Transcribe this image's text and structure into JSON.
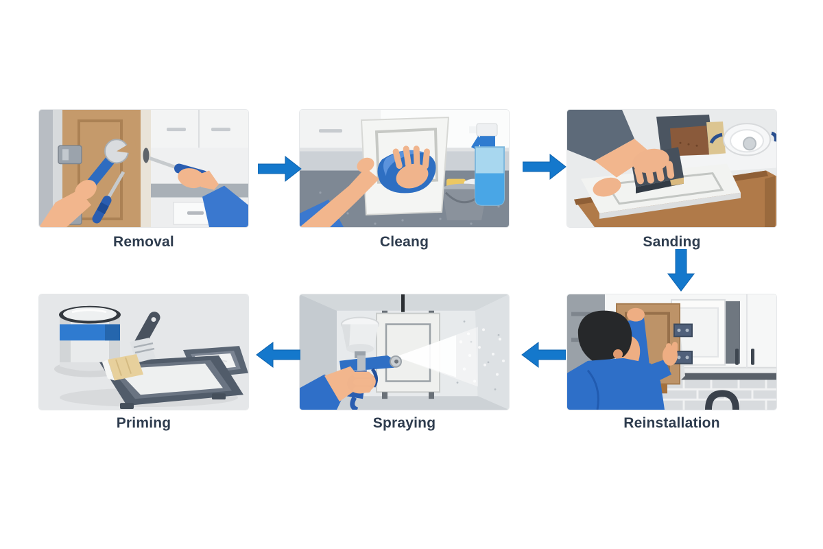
{
  "diagram": {
    "accent_color": "#1478cc",
    "accent_edge_color": "#0f63ae",
    "label_color": "#2e3c4e",
    "steps": [
      {
        "label": "Removal",
        "scene": "removal-scene",
        "row": 1,
        "col": 1
      },
      {
        "label": "Cleang",
        "scene": "cleaning-scene",
        "row": 1,
        "col": 2
      },
      {
        "label": "Sanding",
        "scene": "sanding-scene",
        "row": 1,
        "col": 3
      },
      {
        "label": "Priming",
        "scene": "priming-scene",
        "row": 2,
        "col": 1
      },
      {
        "label": "Spraying",
        "scene": "spraying-scene",
        "row": 2,
        "col": 2
      },
      {
        "label": "Reinstallation",
        "scene": "reinstallation-scene",
        "row": 2,
        "col": 3
      }
    ],
    "arrows": [
      {
        "name": "arrow-removal-to-cleang",
        "direction": "right"
      },
      {
        "name": "arrow-cleang-to-sanding",
        "direction": "right"
      },
      {
        "name": "arrow-sanding-to-bottom-row",
        "direction": "down"
      },
      {
        "name": "arrow-reinstallation-to-spraying",
        "direction": "left"
      },
      {
        "name": "arrow-spraying-to-priming",
        "direction": "left"
      }
    ]
  }
}
